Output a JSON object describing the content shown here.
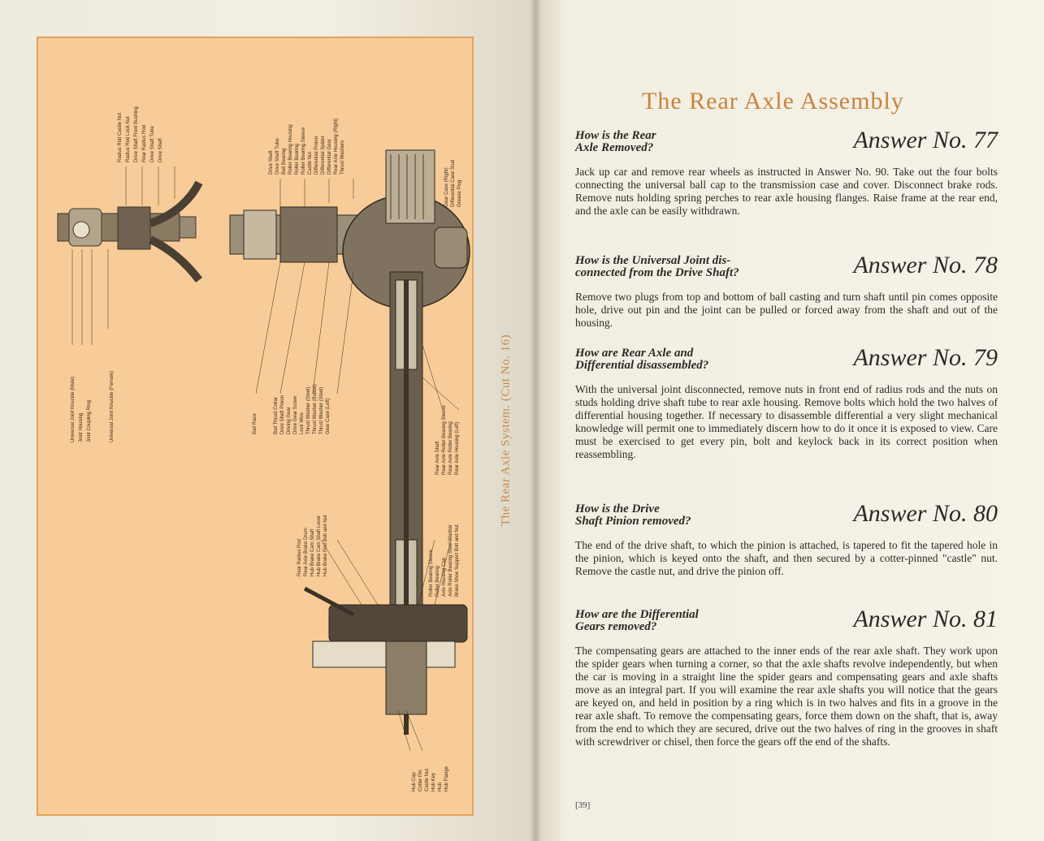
{
  "left_page": {
    "caption": "The Rear Axle System.  (Cut No. 16)",
    "labels_top_right": [
      "Radius Rod Castle Nut",
      "Radius Rod Lock Nut",
      "Drive Shaft Front Bushing",
      "Rear Radius Rod",
      "Drive Shaft Tube",
      "Drive Shaft"
    ],
    "labels_top_left": [
      "Universal Joint Knuckle (Male)",
      "Joint Housing",
      "Joint Coupling Ring"
    ],
    "label_knuckle_female": "Universal Joint Knuckle (Female)",
    "labels_center_top": [
      "Drive Shaft",
      "Drive Shaft Tube",
      "Ball Bearing",
      "Roller Bearing Housing",
      "Roller Bearing",
      "Roller Bearing Sleeve",
      "Castle Nut",
      "Differential Pinion",
      "Differential Spider",
      "Differential Gear",
      "Rear Axle Housing (Right)",
      "Thrust Washers"
    ],
    "labels_right_top": [
      "Gear Case (Right)",
      "Differential Case Stud",
      "Grease Plug"
    ],
    "label_ball_race": "Ball Race",
    "labels_center_left": [
      "Ball Thrust Collar",
      "Drive Shaft Pinion",
      "Driving Gear",
      "Drive Gear Screw",
      "Lock Wire",
      "Thrust Washer (Steel)",
      "Thrust Washer (Babbit)",
      "Thrust Washer (Steel)",
      "Gear Case (Left)"
    ],
    "labels_center_right": [
      "Rear Axle Shaft",
      "Rear Axle Roller Bearing Sleeve",
      "Rear Axle Roller Bearing",
      "Rear Axle Housing (Left)"
    ],
    "labels_lower_left": [
      "Rear Radius Rod",
      "Rear Axle Brake Drum",
      "Hub Brake Cam Shaft",
      "Hub Brake Cam Shaft Lever",
      "Hub Brake Rod Bolt and Nut"
    ],
    "labels_lower_right": [
      "Roller Bearing Sleeve",
      "Roller Bearing",
      "Axle Housing Cap",
      "Axle Roller Bearing Steel Washer",
      "Brake Shoe Support Bolt and Nut"
    ],
    "labels_bottom": [
      "Hub Cap",
      "Cotter Pin",
      "Castle Nut",
      "Hub Key",
      "Hub",
      "Hub Flange"
    ]
  },
  "right_page": {
    "title": "The Rear Axle Assembly",
    "qa": [
      {
        "question_line1": "How is the Rear",
        "question_line2": "Axle Removed?",
        "answer": "Answer No. 77",
        "body": "Jack up car and remove rear wheels as instructed in Answer No. 90. Take out the four bolts connecting the universal ball cap to the transmission case and cover. Disconnect brake rods. Remove nuts holding spring perches to rear axle housing flanges. Raise frame at the rear end, and the axle can be easily withdrawn."
      },
      {
        "question_line1": "How is the Universal Joint dis-",
        "question_line2": "connected from the Drive Shaft?",
        "answer": "Answer No. 78",
        "body": "Remove two plugs from top and bottom of ball casting and turn shaft until pin comes opposite hole, drive out pin and the joint can be pulled or forced away from the shaft and out of the housing."
      },
      {
        "question_line1": "How are Rear Axle and",
        "question_line2": "Differential disassembled?",
        "answer": "Answer No. 79",
        "body": "With the universal joint disconnected, remove nuts in front end of radius rods and the nuts on studs holding drive shaft tube to rear axle housing. Remove bolts which hold the two halves of differential housing together. If necessary to disassemble differential a very slight mechanical knowledge will permit one to immediately discern how to do it once it is exposed to view. Care must be exercised to get every pin, bolt and keylock back in its correct position when reassembling."
      },
      {
        "question_line1": "How is the Drive",
        "question_line2": "Shaft Pinion removed?",
        "answer": "Answer No. 80",
        "body": "The end of the drive shaft, to which the pinion is attached, is tapered to fit the tapered hole in the pinion, which is keyed onto the shaft, and then secured by a cotter-pinned \"castle\" nut. Remove the castle nut, and drive the pinion off."
      },
      {
        "question_line1": "How are the Differential",
        "question_line2": "Gears removed?",
        "answer": "Answer No. 81",
        "body": "The compensating gears are attached to the inner ends of the rear axle shaft. They work upon the spider gears when turning a corner, so that the axle shafts revolve independently, but when the car is moving in a straight line the spider gears and compensating gears and axle shafts move as an integral part. If you will examine the rear axle shafts you will notice that the gears are keyed on, and held in position by a ring which is in two halves and fits in a groove in the rear axle shaft. To remove the compensating gears, force them down on the shaft, that is, away from the end to which they are secured, drive out the two halves of ring in the grooves in shaft with screwdriver or chisel, then force the gears off the end of the shafts."
      }
    ],
    "page_number": "[39]"
  }
}
